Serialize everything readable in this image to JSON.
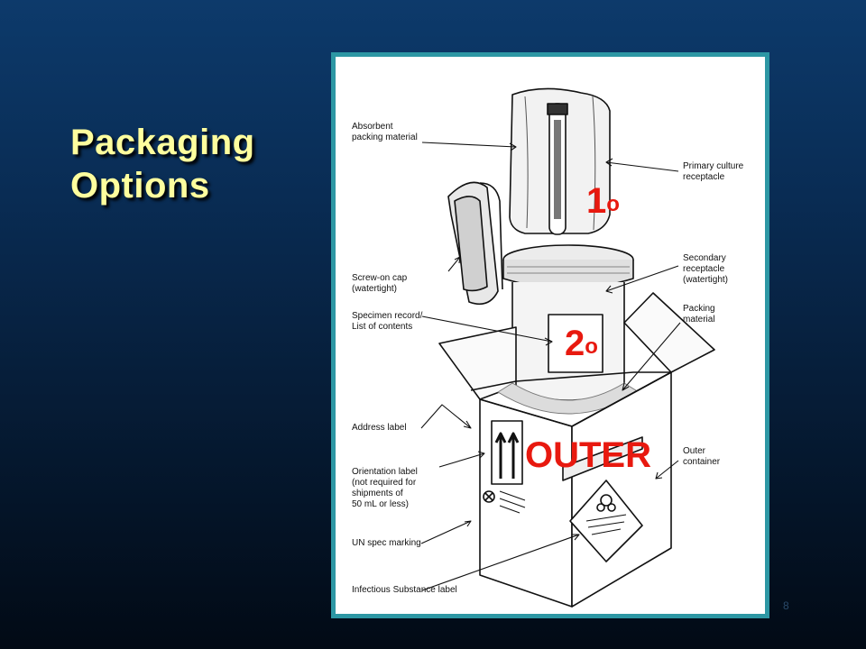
{
  "slide": {
    "title_line1": "Packaging",
    "title_line2": "Options",
    "page_number": "8"
  },
  "diagram": {
    "labels": {
      "absorbent": "Absorbent\npacking material",
      "primary": "Primary culture\nreceptacle",
      "secondary": "Secondary\nreceptacle\n(watertight)",
      "packing": "Packing\nmaterial",
      "cap": "Screw-on cap\n(watertight)",
      "specimen": "Specimen record/\nList of contents",
      "address": "Address label",
      "orientation": "Orientation label\n(not required for\nshipments of\n50 mL or less)",
      "outer_container": "Outer\ncontainer",
      "un_spec": "UN spec marking",
      "infectious": "Infectious Substance label"
    },
    "markers": {
      "primary_num": "1",
      "secondary_num": "2",
      "degree": "o",
      "outer": "OUTER"
    },
    "colors": {
      "marker": "#e8190f",
      "frame": "#2d97a4",
      "title": "#fefe9e"
    }
  }
}
